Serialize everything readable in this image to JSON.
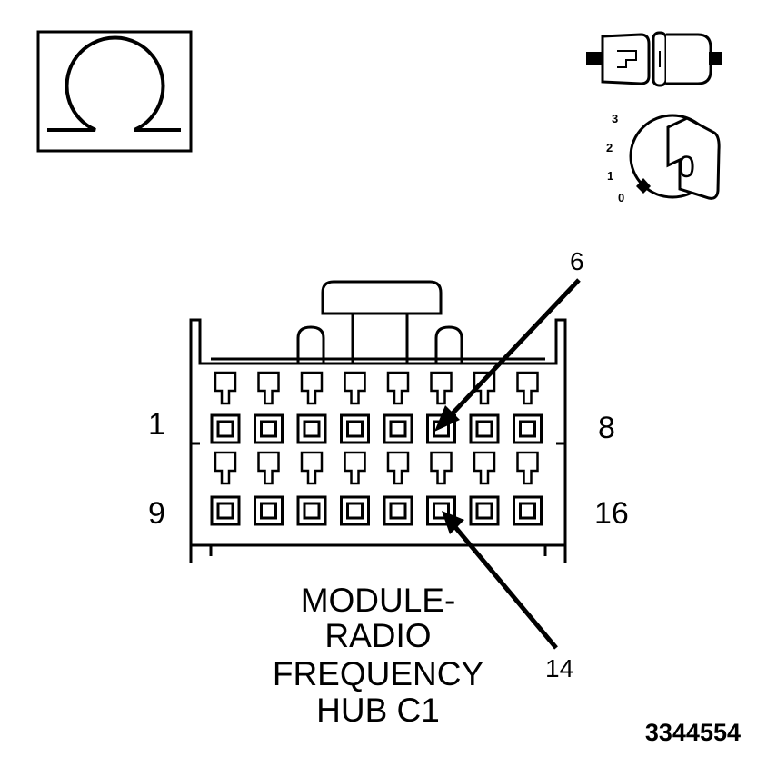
{
  "ohm_symbol": {
    "icon": "ohm-icon"
  },
  "connector_icon": {
    "icon": "connector-disconnect-icon"
  },
  "ignition": {
    "icon": "ignition-key-icon",
    "positions": [
      "3",
      "2",
      "1",
      "0"
    ],
    "key_label": "0"
  },
  "connector": {
    "pin_labels": {
      "row1_start": "1",
      "row1_end": "8",
      "row2_start": "9",
      "row2_end": "16"
    },
    "callouts": {
      "top": "6",
      "bottom": "14"
    },
    "rows": 2,
    "pins_per_row": 8
  },
  "title_lines": [
    "MODULE-",
    "RADIO",
    "FREQUENCY",
    "HUB C1"
  ],
  "figure_id": "3344554"
}
